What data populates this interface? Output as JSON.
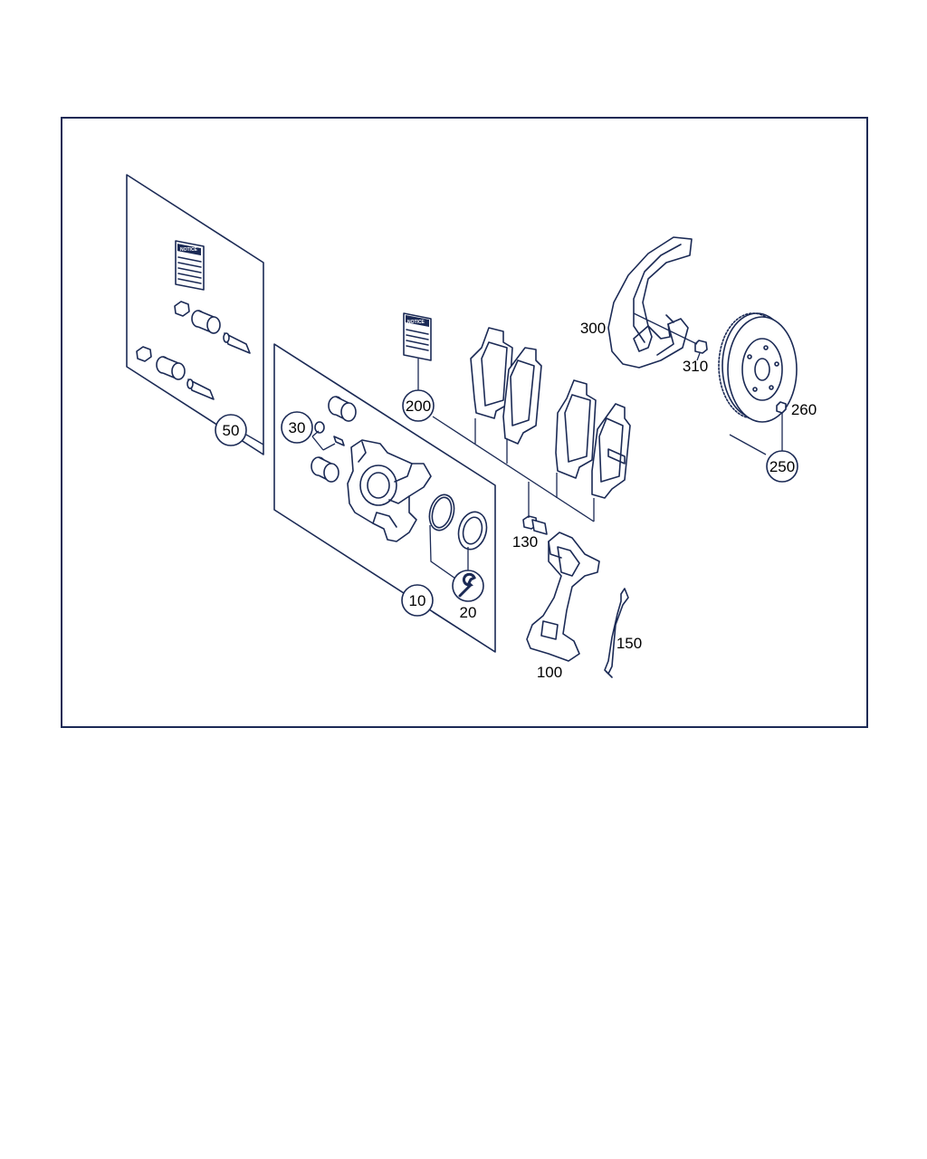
{
  "diagram": {
    "colors": {
      "line": "#1b2a55",
      "background": "#ffffff",
      "text": "#000000"
    },
    "booklets": {
      "kit_notice_text": "NOTICE",
      "pad_notice_text": "NOTICE"
    },
    "callouts": {
      "c10": "10",
      "c20": "20",
      "c30": "30",
      "c50": "50",
      "c100": "100",
      "c130": "130",
      "c150": "150",
      "c200": "200",
      "c250": "250",
      "c260": "260",
      "c300": "300",
      "c310": "310"
    }
  }
}
